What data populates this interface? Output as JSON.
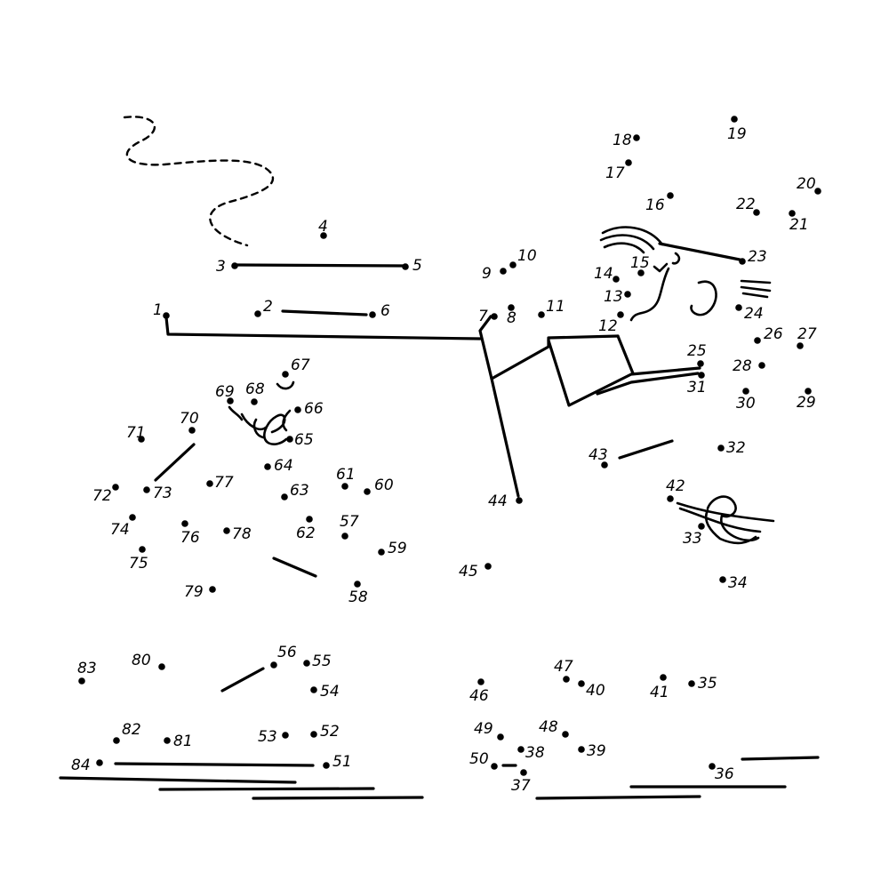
{
  "puzzle": {
    "dots": [
      {
        "n": "1"
      },
      {
        "n": "2"
      },
      {
        "n": "3"
      },
      {
        "n": "4"
      },
      {
        "n": "5"
      },
      {
        "n": "6"
      },
      {
        "n": "7"
      },
      {
        "n": "8"
      },
      {
        "n": "9"
      },
      {
        "n": "10"
      },
      {
        "n": "11"
      },
      {
        "n": "12"
      },
      {
        "n": "13"
      },
      {
        "n": "14"
      },
      {
        "n": "15"
      },
      {
        "n": "16"
      },
      {
        "n": "17"
      },
      {
        "n": "18"
      },
      {
        "n": "19"
      },
      {
        "n": "20"
      },
      {
        "n": "21"
      },
      {
        "n": "22"
      },
      {
        "n": "23"
      },
      {
        "n": "24"
      },
      {
        "n": "25"
      },
      {
        "n": "26"
      },
      {
        "n": "27"
      },
      {
        "n": "28"
      },
      {
        "n": "29"
      },
      {
        "n": "30"
      },
      {
        "n": "31"
      },
      {
        "n": "32"
      },
      {
        "n": "33"
      },
      {
        "n": "34"
      },
      {
        "n": "35"
      },
      {
        "n": "36"
      },
      {
        "n": "37"
      },
      {
        "n": "38"
      },
      {
        "n": "39"
      },
      {
        "n": "40"
      },
      {
        "n": "41"
      },
      {
        "n": "42"
      },
      {
        "n": "43"
      },
      {
        "n": "44"
      },
      {
        "n": "45"
      },
      {
        "n": "46"
      },
      {
        "n": "47"
      },
      {
        "n": "48"
      },
      {
        "n": "49"
      },
      {
        "n": "50"
      },
      {
        "n": "51"
      },
      {
        "n": "52"
      },
      {
        "n": "53"
      },
      {
        "n": "54"
      },
      {
        "n": "55"
      },
      {
        "n": "56"
      },
      {
        "n": "57"
      },
      {
        "n": "58"
      },
      {
        "n": "59"
      },
      {
        "n": "60"
      },
      {
        "n": "61"
      },
      {
        "n": "62"
      },
      {
        "n": "63"
      },
      {
        "n": "64"
      },
      {
        "n": "65"
      },
      {
        "n": "66"
      },
      {
        "n": "67"
      },
      {
        "n": "68"
      },
      {
        "n": "69"
      },
      {
        "n": "70"
      },
      {
        "n": "71"
      },
      {
        "n": "72"
      },
      {
        "n": "73"
      },
      {
        "n": "74"
      },
      {
        "n": "75"
      },
      {
        "n": "76"
      },
      {
        "n": "77"
      },
      {
        "n": "78"
      },
      {
        "n": "79"
      },
      {
        "n": "80"
      },
      {
        "n": "81"
      },
      {
        "n": "82"
      },
      {
        "n": "83"
      },
      {
        "n": "84"
      }
    ],
    "colors": {
      "ink": "#000000",
      "paper": "#ffffff"
    }
  }
}
